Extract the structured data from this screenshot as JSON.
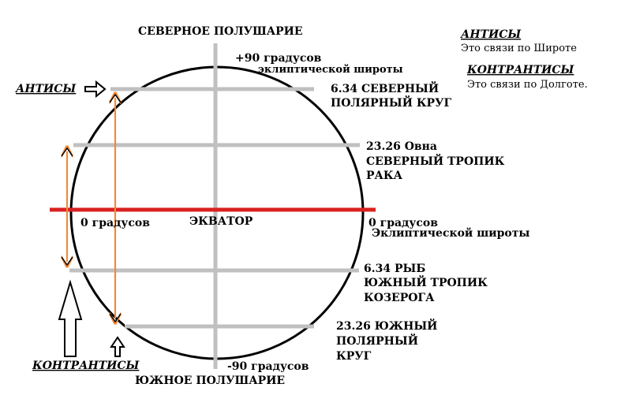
{
  "diagram": {
    "top_title": "СЕВЕРНОЕ ПОЛУШАРИЕ",
    "bottom_title": "ЮЖНОЕ ПОЛУШАРИЕ",
    "top_degree_line1": "+90 градусов",
    "top_degree_line2": "эклиптической широты",
    "bottom_degree": "-90 градусов",
    "equator_label": "ЭКВАТОР",
    "left_zero": "0 градусов",
    "right_zero_line1": "0 градусов",
    "right_zero_line2": "Эклиптической широты",
    "arctic_line1": "6.34 СЕВЕРНЫЙ",
    "arctic_line2": "ПОЛЯРНЫЙ КРУГ",
    "cancer_line1": "23.26 Овна",
    "cancer_line2": "СЕВЕРНЫЙ ТРОПИК",
    "cancer_line3": "РАКА",
    "capricorn_line1": "6.34 РЫБ",
    "capricorn_line2": "ЮЖНЫЙ ТРОПИК",
    "capricorn_line3": "КОЗЕРОГА",
    "antarctic_line1": "23.26 ЮЖНЫЙ",
    "antarctic_line2": "ПОЛЯРНЫЙ",
    "antarctic_line3": "КРУГ",
    "antisy_left": "АНТИСЫ",
    "kontrantisy_left": "КОНТРАНТИСЫ"
  },
  "legend": {
    "antisy_title": "АНТИСЫ",
    "antisy_desc": "Это связи по Широте",
    "kontrantisy_title": "КОНТРАНТИСЫ",
    "kontrantisy_desc": "Это связи по Долготе."
  },
  "colors": {
    "circle": "#000000",
    "grid": "#c0c0c0",
    "equator": "#d92020",
    "arrow_orange": "#f08a3c",
    "text": "#000000"
  }
}
